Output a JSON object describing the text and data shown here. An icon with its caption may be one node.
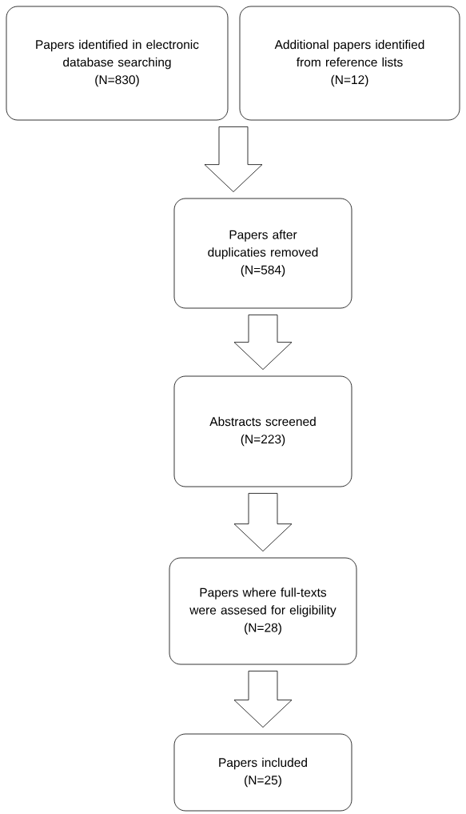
{
  "diagram": {
    "nodes": [
      {
        "text": [
          "Papers identified in electronic database searching",
          "(N=830)"
        ]
      },
      {
        "text": [
          "Additional papers identified from reference lists",
          "(N=12)"
        ]
      },
      {
        "text": [
          "Papers after duplicaties removed",
          "(N=584)"
        ]
      },
      {
        "text": [
          "Abstracts screened",
          "(N=223)"
        ]
      },
      {
        "text": [
          "Papers where full-texts were assesed for eligibility",
          "(N=28)"
        ]
      },
      {
        "text": [
          "Papers included",
          "(N=25)"
        ]
      }
    ],
    "edges": [
      {
        "from": 0,
        "to": 2,
        "arrow": "to"
      },
      {
        "from": 1,
        "to": 2,
        "arrow": "to"
      },
      {
        "from": 2,
        "to": 3,
        "arrow": "to"
      },
      {
        "from": 3,
        "to": 4,
        "arrow": "to"
      },
      {
        "from": 4,
        "to": 5,
        "arrow": "to"
      }
    ]
  }
}
